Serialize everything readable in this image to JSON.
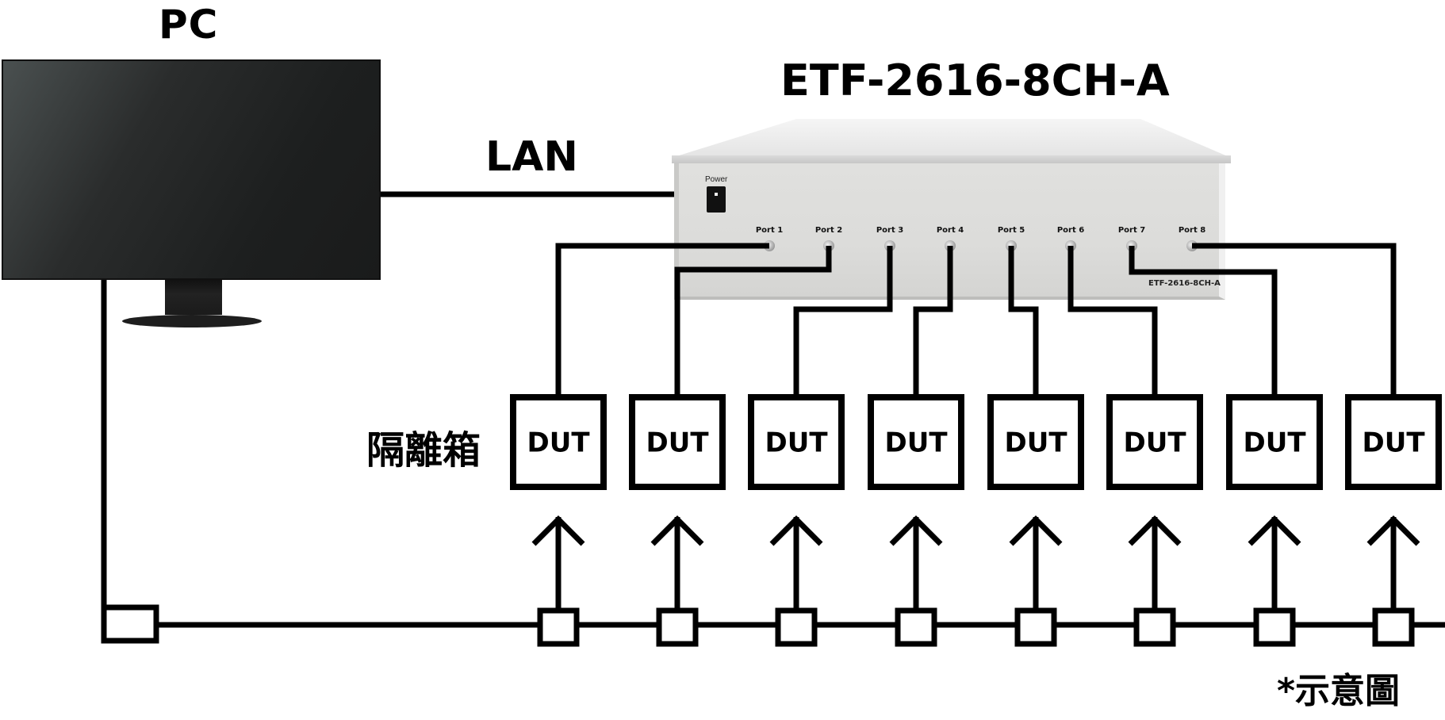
{
  "pc": {
    "label": "PC"
  },
  "device": {
    "title": "ETF-2616-8CH-A",
    "model_print": "ETF-2616-8CH-A",
    "power_label": "Power",
    "ports": [
      "Port 1",
      "Port 2",
      "Port 3",
      "Port 4",
      "Port 5",
      "Port 6",
      "Port 7",
      "Port 8"
    ]
  },
  "connection": {
    "label": "LAN"
  },
  "isolation_box": {
    "label": "隔離箱"
  },
  "duts": [
    "DUT",
    "DUT",
    "DUT",
    "DUT",
    "DUT",
    "DUT",
    "DUT",
    "DUT"
  ],
  "note": {
    "label": "*示意圖"
  },
  "colors": {
    "line": "#000000",
    "background": "#ffffff",
    "device_face": "#dcdcda",
    "monitor": "#1d1f1f"
  }
}
